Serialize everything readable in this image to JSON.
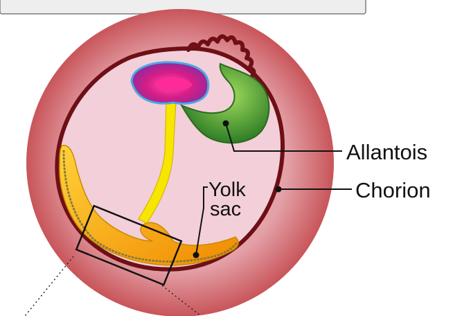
{
  "labels": {
    "allantois": "Allantois",
    "chorion": "Chorion",
    "yolk_line1": "Yolk",
    "yolk_line2": "sac"
  },
  "colors": {
    "background": "#ffffff",
    "outer_sphere": "#d9787a",
    "inner_cavity": "#f2cfd9",
    "chorion_membrane": "#6e0f16",
    "allantois": "#3f8f2e",
    "yolk_sac": "#f2a000",
    "yolk_stalk": "#f7e600",
    "embryo_outer": "#a4258e",
    "embryo_inner": "#e01b8c",
    "embryo_rim": "#4aa8e6",
    "inset_box": "#111111"
  }
}
